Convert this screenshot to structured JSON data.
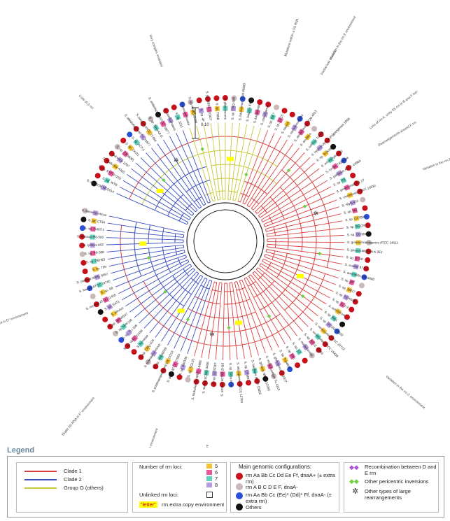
{
  "colors": {
    "clade1": "#d94040",
    "clade2": "#3a4fc0",
    "groupO": "#c8c838",
    "rrn5": "#f4c430",
    "rrn6": "#e8559a",
    "rrn7": "#5fd3c0",
    "rrn8": "#b79be0",
    "cfg1": "#c8101a",
    "cfg2": "#c8b8b8",
    "cfg3": "#2a4fd8",
    "cfg4": "#111111",
    "highlight": "#ffff00",
    "recomb": "#a855d0",
    "inversion": "#6fd03a"
  },
  "scale_label": "0.10",
  "annotations": [
    "Very complex evolution",
    "Loss of Δ rrn",
    "Mutations within a 5S RNA",
    "Partial loss of rrn D",
    "Loss of rrn A, unity 5S rrn in B and F loci",
    "Rearrangements around F rrn",
    "Variation in the rrn E environment",
    "Variation in the rrn B environment",
    "Variation in the rrn C environment",
    "Single 5S RNA in D″ environment",
    "Single 5S RNA in F″ environment",
    "Variation in the rrn B environment",
    "Part of the extra D″ rrn environment"
  ],
  "taxa": [
    "S. sp. CCM MD2014",
    "S. sp. WTB",
    "S. sp. SYP A7193",
    "S. coelicolor A3(2)",
    "S. parvulus 2297",
    "S. sp. CB09001",
    "S. sp. ZXJ11",
    "S. sp. ACT-1",
    "S. albidoflavus ATCC 23877",
    "S. pactum ATCC 27456",
    "S. sp. SirexAA-E",
    "S. ambofaciens ATCC 23877",
    "S. xanthophaeus",
    "S. sp. 3211",
    "S. leeuwenhoekii",
    "S. sp. PAMC26508",
    "S. sp. 4F",
    "S. sp. NBRC 110027",
    "S. sp. TN58",
    "S. glaucescens",
    "S. sp. CNQ-509",
    "S. fulvissimus DSM 40593",
    "S. lividans TK24",
    "S. lunaelactis",
    "S. clavuligerus",
    "S. sp. S4.7",
    "S. sp. 13-15",
    "S. niveus",
    "S. coeruleorubidus",
    "S. davaonensis JCM 4913",
    "S. anulatus",
    "S. collinus Tu365",
    "S. hygroscopicus jinggangensis 5008",
    "S. sp. SUK48",
    "S. endophytica N2",
    "S. rochei 7434AN4",
    "S. galilaeus ATCC 14969",
    "S. sp. P3",
    "S. griseoviridis F1 27",
    "S. chartreusis ATCC 14922",
    "S. nigra 452",
    "S. sp. M2",
    "S. sp. CdTB01",
    "S. sp. GGCR 6",
    "S. sp. CC0208",
    "S. griseochromogenes ATCC 14511",
    "S. griseorubiginosus 3E1",
    "S. sp. 6TUE",
    "S. scabiei 87.22",
    "S. avermitilis MA-4680",
    "S. sp. 4F",
    "S. sp. SM17",
    "S. sp. XZHG99",
    "S. sp. 11-1-2",
    "S. autolyticus",
    "S. sp. Mg1",
    "S. sp. SCSIO 03032",
    "S. venezuelae ATCC 10712",
    "S. venezuelae ATCC 15439",
    "S. sp. ATCC 14669",
    "S. malaysiensis",
    "S. sp. 13",
    "S. sp. FR1",
    "S. sp. Tue6075",
    "S. globisporus C-1027",
    "S. violaceusniger Tu 4113",
    "S. griseus NBRC 13350",
    "S. bacillaris ATCC 15855",
    "S. sp. CFMR7",
    "S. nitrosporeus ATCC 12769",
    "S. sp. Sirex AA-E",
    "S. atratus SCSIO ZH16",
    "S. sp. GSSD12",
    "S. niveus SCSIO 3406",
    "S. tsukubensis NRRL 18488",
    "S. sp. SGL25",
    "S. sp. MM106",
    "S. albus ATCC 27564",
    "S. pristinaespiralis HCCB 10218",
    "S. sp. HNM0039",
    "S. tirandamycinicus",
    "S. sp. CNQ-525",
    "S. formicae",
    "S. sp. WAC 01438",
    "S. sp. TLI 105",
    "S. sp. NHF165",
    "S. sp. HPH0547",
    "S. albulus",
    "S. sp. SAT1",
    "S. noursei ATCC 11455",
    "S. sp. S8",
    "S. fradiae ATCC 10745",
    "S. cattleya NRRL 8057",
    "S. sp. 769",
    "S. sp. PBH53",
    "S. sp. FR 008",
    "S. lydicus A02",
    "S. rimosus R6-500",
    "S. sp. Tu6071",
    "S. sp. CT34",
    "S. kanamyceticus"
  ],
  "legend": {
    "title": "Legend",
    "clades": [
      "Clade 1",
      "Clade 2",
      "Group O (others)"
    ],
    "rrn_header": "Number of rrn loci:",
    "rrn_counts": [
      "5",
      "6",
      "7",
      "8"
    ],
    "unlinked": "Unlinked rrn loci:",
    "extra_copy_tag": "“letter”",
    "extra_copy_text": "rrn extra copy environment",
    "config_header": "Main genomic configurations:",
    "configs": [
      "rrn Aa Bb Cc Dd Ee Ff, dnaA+ (± extra rrn)",
      "rrn A B C D E F, dnaA-",
      "rrn Aa Bb Cc (Ee)* (Dd)* Ff, dnaA- (± extra rrn)",
      "Others"
    ],
    "events": [
      "Recombination between D and E rrn",
      "Other pericentric inversions",
      "Other types of large rearrangements"
    ]
  }
}
